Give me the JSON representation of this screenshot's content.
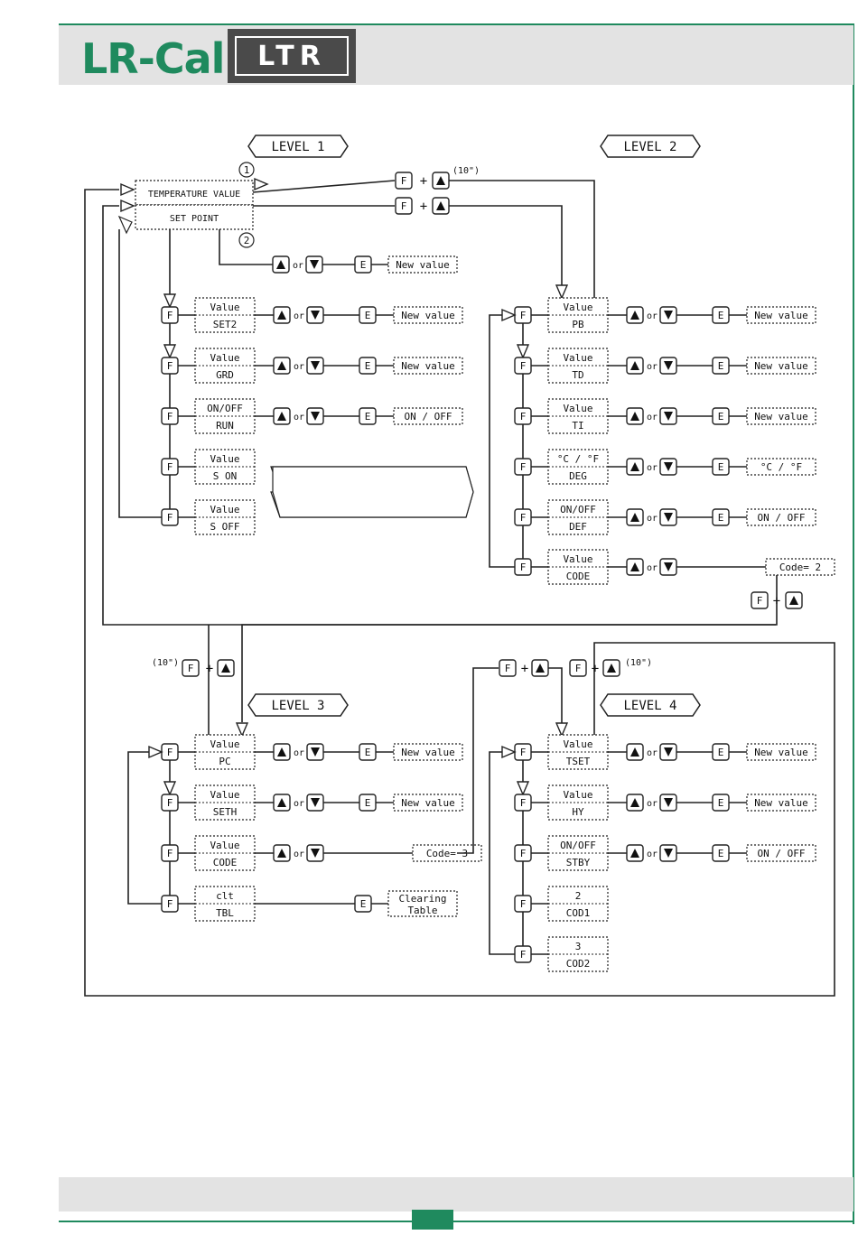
{
  "header": {
    "logo_left": "LR-Cal",
    "logo_right": "LTR"
  },
  "levels": [
    "LEVEL 1",
    "LEVEL 2",
    "LEVEL 3",
    "LEVEL 4"
  ],
  "main_display": {
    "temperature": "TEMPERATURE VALUE",
    "setpoint": "SET POINT",
    "circle1": "1",
    "circle2": "2"
  },
  "keys": {
    "f": "F",
    "e": "E",
    "or": "or",
    "plus": "+",
    "hold": "(10\")"
  },
  "results": {
    "new_value": "New value",
    "on_off": "ON / OFF",
    "deg": "°C / °F",
    "code2": "Code= 2",
    "code3": "Code= 3",
    "clearing1": "Clearing",
    "clearing2": "Table"
  },
  "level1_items": [
    {
      "top": "Value",
      "bottom": "SET2",
      "result": "New value"
    },
    {
      "top": "Value",
      "bottom": "GRD",
      "result": "New value"
    },
    {
      "top": "ON/OFF",
      "bottom": "RUN",
      "result": "ON / OFF"
    },
    {
      "top": "Value",
      "bottom": "S ON",
      "result": ""
    },
    {
      "top": "Value",
      "bottom": "S OFF",
      "result": ""
    }
  ],
  "level2_items": [
    {
      "top": "Value",
      "bottom": "PB",
      "result": "New value"
    },
    {
      "top": "Value",
      "bottom": "TD",
      "result": "New value"
    },
    {
      "top": "Value",
      "bottom": "TI",
      "result": "New value"
    },
    {
      "top": "°C / °F",
      "bottom": "DEG",
      "result": "°C / °F"
    },
    {
      "top": "ON/OFF",
      "bottom": "DEF",
      "result": "ON / OFF"
    },
    {
      "top": "Value",
      "bottom": "CODE",
      "result": "Code= 2"
    }
  ],
  "level3_items": [
    {
      "top": "Value",
      "bottom": "PC",
      "result": "New value"
    },
    {
      "top": "Value",
      "bottom": "SETH",
      "result": "New value"
    },
    {
      "top": "Value",
      "bottom": "CODE",
      "result": "Code= 3"
    },
    {
      "top": "clt",
      "bottom": "TBL",
      "result": "Clearing Table"
    }
  ],
  "level4_items": [
    {
      "top": "Value",
      "bottom": "TSET",
      "result": "New value"
    },
    {
      "top": "Value",
      "bottom": "HY",
      "result": "New value"
    },
    {
      "top": "ON/OFF",
      "bottom": "STBY",
      "result": "ON / OFF"
    },
    {
      "top": "2",
      "bottom": "COD1",
      "result": ""
    },
    {
      "top": "3",
      "bottom": "COD2",
      "result": ""
    }
  ]
}
